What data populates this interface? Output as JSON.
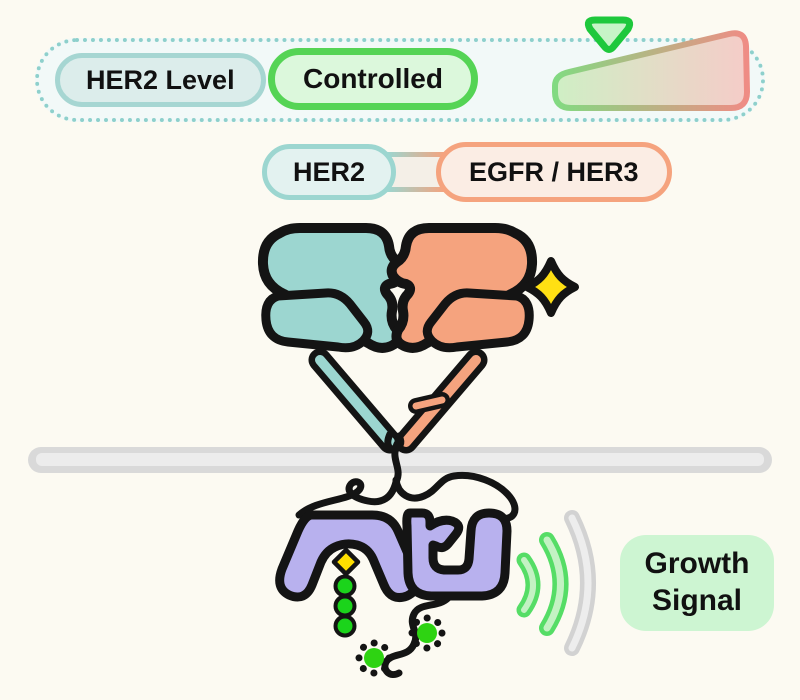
{
  "page": {
    "background": "#FCFAF2"
  },
  "control_panel": {
    "level_label": "HER2 Level",
    "status": "Controlled",
    "colors": {
      "panel_border": "#8ED0CC",
      "panel_bg": "#F2F9F8",
      "level_pill_border": "#A6D6D2",
      "level_pill_bg": "#DCEDEB",
      "status_pill_border": "#55D455",
      "status_pill_bg": "#DCF8DC"
    }
  },
  "slider": {
    "indicator_position": "low",
    "icons": {
      "indicator": "triangle-down",
      "track": "rising-wedge-ramp"
    },
    "colors": {
      "ramp_fill_start": "#CFEFC5",
      "ramp_fill_end": "#F5CCC8",
      "ramp_stroke_start": "#82DA82",
      "ramp_stroke_end": "#EF8C85",
      "indicator_fill": "#C7F4C7",
      "indicator_stroke": "#1EC83C"
    }
  },
  "dimer_label": {
    "left": "HER2",
    "right": "EGFR / HER3"
  },
  "diagram": {
    "growth_signal": {
      "label": "Growth Signal",
      "bg": "#CDF5D2"
    },
    "counts": {
      "phosphate_dots": 3,
      "phosphorylated_tail_sites": 2,
      "signal_waves": 3
    },
    "signal_wave_colors": [
      "#55DD66",
      "#55DD66",
      "#D2D2D2"
    ],
    "icons": {
      "ligand": "four-point-diamond",
      "atp_site": "small-diamond",
      "phosphate": "green-circle",
      "tail_site": "green-circle-with-dot-ring",
      "signal_wave": "arc"
    },
    "colors": {
      "her2": "#9CD6D0",
      "egfr_her3": "#F5A37E",
      "kinase": "#B8B1EE",
      "ligand": "#FFE013",
      "atp_diamond": "#FFDF00",
      "phosphate": "#1BD41B",
      "burst": "#2ED312",
      "membrane": "#D9D9D9",
      "membrane_core": "#ECECEC",
      "outline": "#141414",
      "wave_green": "#55DD66",
      "wave_green_core": "#C3F2C3",
      "wave_gray": "#D2D2D2",
      "wave_gray_core": "#EDEDED"
    }
  }
}
